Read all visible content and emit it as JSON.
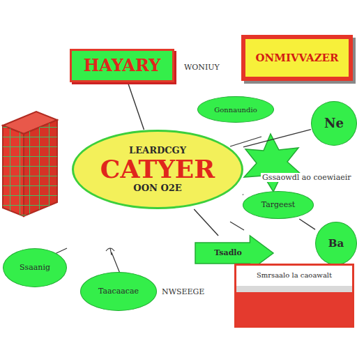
{
  "diagram": {
    "nodes": [
      {
        "text": [
          "HAYARY"
        ]
      },
      {
        "text": [
          "ONMIVVAZER"
        ]
      },
      {
        "text": [
          "Gonnaundio"
        ]
      },
      {
        "text": [
          "Ne"
        ]
      },
      {
        "text": [
          "LEARDCGY",
          "CATYER",
          "OON O2E"
        ]
      },
      {
        "text": [
          "Targeest"
        ]
      },
      {
        "text": [
          "Ba"
        ]
      },
      {
        "text": [
          "Tsadlo"
        ]
      },
      {
        "text": [
          "Ssaanig"
        ]
      },
      {
        "text": [
          "Taacaacae"
        ]
      },
      {
        "text": [
          "Smrsaalo la caoawalt"
        ]
      }
    ],
    "edges": [
      {
        "from": 0,
        "to": 4,
        "arrow": "none"
      },
      {
        "from": 4,
        "to": 3,
        "arrow": "none"
      },
      {
        "from": 4,
        "to": 5,
        "arrow": "none"
      },
      {
        "from": 4,
        "to": 7,
        "arrow": "none"
      },
      {
        "from": 5,
        "to": 6,
        "arrow": "none"
      }
    ],
    "labels": [
      "WONIUY",
      "Gssaowdl ao coewiaeir",
      "NWSEEGE"
    ]
  }
}
